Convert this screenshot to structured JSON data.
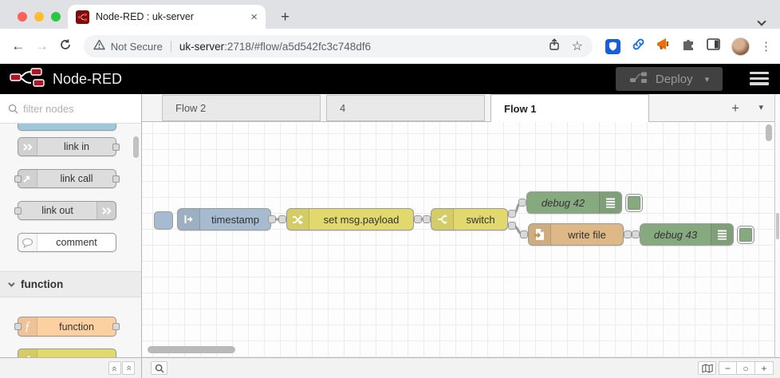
{
  "browser": {
    "tab_title": "Node-RED : uk-server",
    "url": {
      "warning": "Not Secure",
      "host": "uk-server",
      "path": ":2718/#flow/a5d542fc3c748df6"
    }
  },
  "glyphs": {
    "back": "←",
    "forward": "→",
    "star": "☆",
    "dots": "⋮",
    "close": "×",
    "newtab": "+",
    "caret": "▾",
    "tabmenu": "▾",
    "add": "+",
    "zoom_minus": "−",
    "zoom_reset": "○",
    "zoom_plus": "+",
    "collapse": "«",
    "expand": "»",
    "fn": "ƒ"
  },
  "header": {
    "app_title": "Node-RED",
    "deploy_label": "Deploy"
  },
  "palette": {
    "filter_placeholder": "filter nodes",
    "items": [
      {
        "label": "link in"
      },
      {
        "label": "link call"
      },
      {
        "label": "link out"
      },
      {
        "label": "comment"
      }
    ],
    "category_label": "function",
    "function_label": "function"
  },
  "tabs": {
    "items": [
      {
        "label": "Flow 2",
        "active": false
      },
      {
        "label": "4",
        "active": false
      },
      {
        "label": "Flow 1",
        "active": true
      }
    ]
  },
  "flow": {
    "inject_label": "timestamp",
    "change_label": "set msg.payload",
    "switch_label": "switch",
    "debug1_label": "debug 42",
    "file_label": "write file",
    "debug2_label": "debug 43"
  },
  "colors": {
    "nodered_red": "#AD1625",
    "inject_blue": "#a6bbcf",
    "function_yellow": "#e2d96e",
    "debug_green": "#87a980",
    "file_tan": "#deb887",
    "function_orange": "#fdd0a2",
    "link_gray": "#dddddd",
    "header_black": "#000000",
    "bitwarden_blue": "#175ddc"
  }
}
